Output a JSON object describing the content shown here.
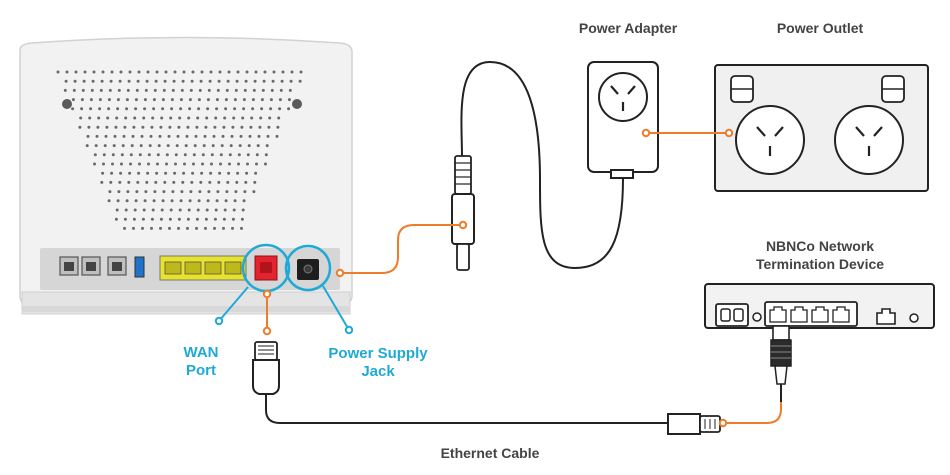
{
  "labels": {
    "power_adapter": "Power Adapter",
    "power_outlet": "Power Outlet",
    "nbnco_line1": "NBNCo Network",
    "nbnco_line2": "Termination Device",
    "wan_line1": "WAN",
    "wan_line2": "Port",
    "psj_line1": "Power Supply",
    "psj_line2": "Jack",
    "ethernet_cable": "Ethernet Cable"
  },
  "colors": {
    "callout_orange": "#ee7d2b",
    "callout_blue": "#1fa9d6",
    "label_gray": "#444444",
    "line_dark": "#222222",
    "lan_yellow": "#e8e22a",
    "wan_red": "#e3232e",
    "router_body": "#f1f1f1"
  }
}
